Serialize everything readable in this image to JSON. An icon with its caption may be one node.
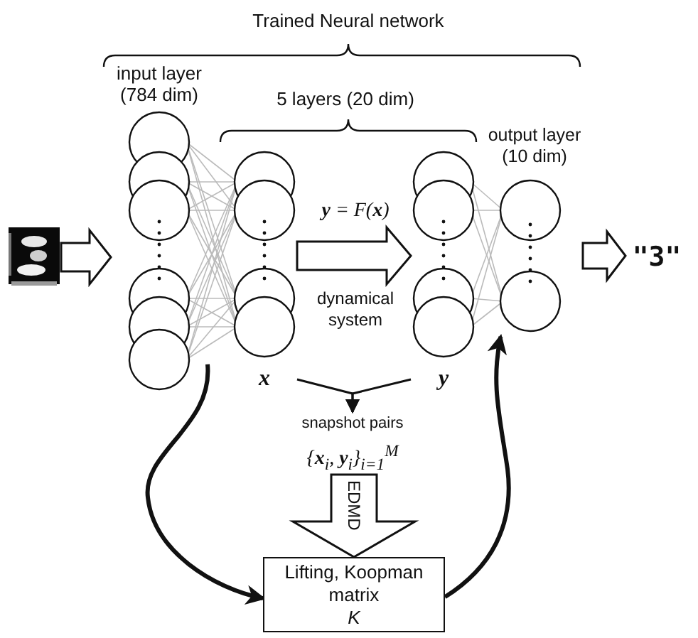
{
  "diagram": {
    "title": "Trained Neural network",
    "nodes": [
      {
        "text": [],
        "shape": "picture"
      },
      {
        "text": [
          "input layer (784 dim)"
        ]
      },
      {
        "text": [],
        "shape": "circle",
        "beside": [
          "x"
        ]
      },
      {
        "text": [],
        "shape": "circle",
        "beside": [
          "y"
        ]
      },
      {
        "text": [
          "output layer (10 dim)"
        ]
      },
      {
        "text": [
          "\"3\""
        ]
      },
      {
        "text": [
          "snapshot pairs",
          "{**x**$_{i}$, **y**$_{i}$}$_{i=1}$$^{M}$"
        ]
      },
      {
        "text": [
          "Lifting, Koopman matrix *K*"
        ]
      }
    ],
    "edges": [
      {
        "from": 0,
        "to": 1,
        "arrow": "to"
      },
      {
        "from": 2,
        "to": 3,
        "arrow": "to",
        "label": "**y** = F(**x**)"
      },
      {
        "from": 4,
        "to": 5,
        "arrow": "to"
      },
      {
        "from": 2,
        "to": 6,
        "arrow": "to"
      },
      {
        "from": 3,
        "to": 6,
        "arrow": "to"
      },
      {
        "from": 6,
        "to": 7,
        "arrow": "to",
        "label": "EDMD"
      },
      {
        "from": 1,
        "to": 7,
        "arrow": "to",
        "style": "thick"
      },
      {
        "from": 7,
        "to": 4,
        "arrow": "to",
        "style": "thick"
      }
    ],
    "labels": [
      "5 layers (20 dim)",
      "dynamical system"
    ]
  }
}
